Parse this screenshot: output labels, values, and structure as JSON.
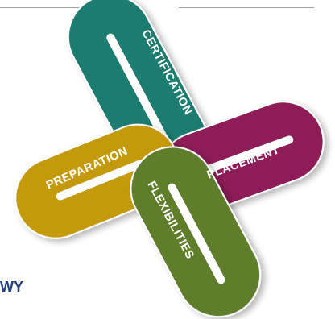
{
  "diagram": {
    "partial_heading": "WY",
    "loops": [
      {
        "label": "CERTIFICATION",
        "color": "#1d7c70"
      },
      {
        "label": "PLACEMENT",
        "color": "#8e1b58"
      },
      {
        "label": "PREPARATION",
        "color": "#c49a0f"
      },
      {
        "label": "FLEXIBILITIES",
        "color": "#5e7d2b"
      }
    ],
    "colors": {
      "rule": "#9aa0a6",
      "heading_text": "#1f3d7a",
      "hole": "#ffffff",
      "label_text": "#ffffff"
    }
  }
}
